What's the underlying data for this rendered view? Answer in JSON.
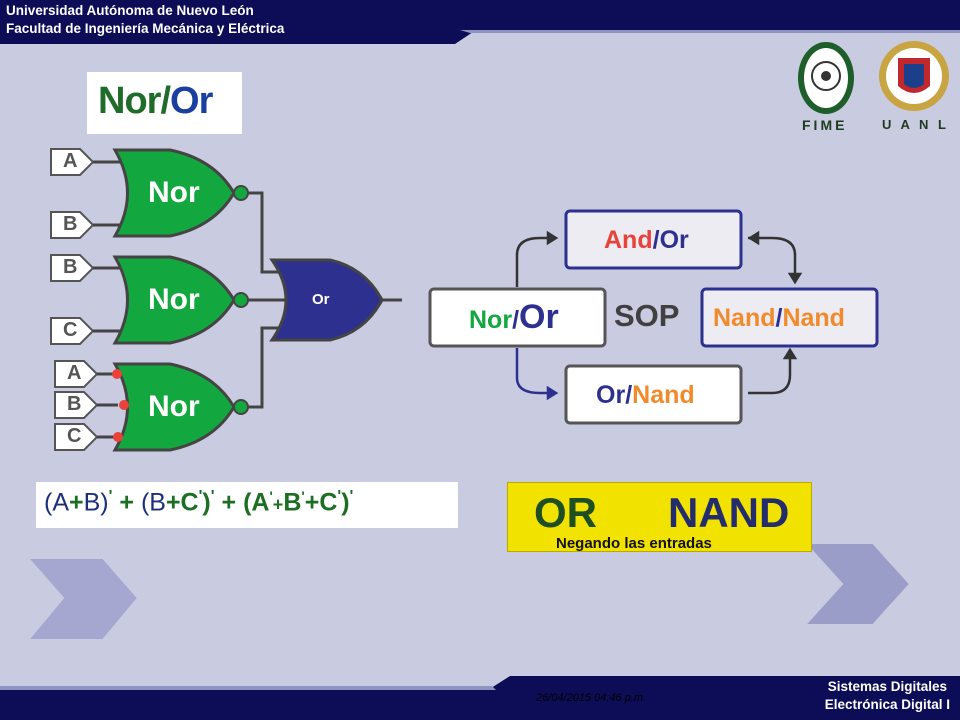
{
  "header": {
    "line1": "Universidad Autónoma de Nuevo León",
    "line2": "Facultad de Ingeniería Mecánica y Eléctrica"
  },
  "footer": {
    "line1": "Sistemas Digitales",
    "line2": "Electrónica Digital I",
    "timestamp": "26/04/2015 04:46 p.m."
  },
  "logos": {
    "left": "FIME",
    "right": "U A N L"
  },
  "title": {
    "part1": "Nor",
    "sep": "/",
    "part2": "Or"
  },
  "circuit": {
    "inputs": [
      "A",
      "B",
      "B",
      "C",
      "A",
      "B",
      "C"
    ],
    "gate_label": "Nor",
    "output_gate_label": "Or"
  },
  "sop": {
    "center": "SOP",
    "and_or": {
      "a": "And",
      "sep": "/",
      "b": "Or"
    },
    "nor_or": {
      "a": "Nor",
      "sep": "/",
      "b": "Or"
    },
    "nand_nand": {
      "a": "Nand",
      "sep": "/",
      "b": "Nand"
    },
    "or_nand": {
      "a": "Or",
      "sep": "/",
      "b": "Nand"
    }
  },
  "formula": {
    "t1": "(",
    "t2": "A",
    "t3": "+",
    "t4": "B)",
    "t5": "'",
    "t6": " + ",
    "t7": "(",
    "t8": "B",
    "t9": "+C",
    "t10": "'",
    "t11": ")",
    "t12": "'",
    "t13": " + ",
    "t14": "(A",
    "t15": "'",
    "t16": "+",
    "t17": "B",
    "t18": "'",
    "t19": "+C",
    "t20": "'",
    "t21": ")",
    "t22": "'"
  },
  "callout": {
    "left": "OR",
    "right": "NAND",
    "subtitle": "Negando las entradas"
  },
  "colors": {
    "navy": "#0d0d57",
    "gate_green": "#13a83f",
    "gate_blue": "#2e3090",
    "accent_red": "#e8423a",
    "yellow": "#f2e200"
  }
}
